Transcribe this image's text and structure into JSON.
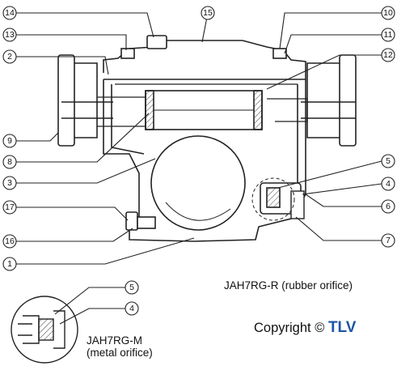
{
  "diagram": {
    "callouts": [
      "1",
      "2",
      "3",
      "4",
      "5",
      "6",
      "7",
      "8",
      "9",
      "10",
      "11",
      "12",
      "13",
      "14",
      "15",
      "16",
      "17"
    ],
    "inset_callouts": [
      "5",
      "4"
    ],
    "label_rubber": "JAH7RG-R (rubber orifice)",
    "label_metal_line1": "JAH7RG-M",
    "label_metal_line2": "(metal orifice)",
    "copyright_text": "Copyright ©",
    "brand": "TLV",
    "colors": {
      "brand": "#1c56a3",
      "line": "#222222",
      "hatch": "#444444"
    }
  }
}
